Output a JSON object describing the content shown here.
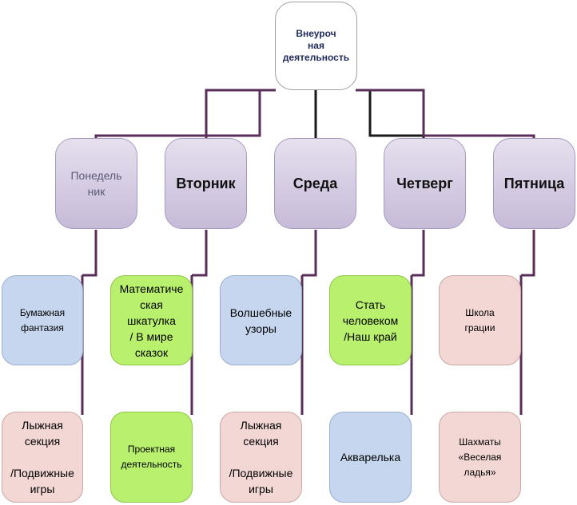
{
  "root": {
    "label": "Внеуроч\nная\nдеятельность"
  },
  "days": [
    {
      "label": "Понедель\nник",
      "activities": [
        "Бумажная\nфантазия",
        "Лыжная\nсекция\n\n/Подвижные\nигры"
      ]
    },
    {
      "label": "Вторник",
      "activities": [
        "Математиче\nская\nшкатулка\n/ В мире\nсказок",
        "Проектная\nдеятельность"
      ]
    },
    {
      "label": "Среда",
      "activities": [
        "Волшебные\nузоры",
        "Лыжная\nсекция\n\n/Подвижные\nигры"
      ]
    },
    {
      "label": "Четверг",
      "activities": [
        "Стать\nчеловеком\n/Наш край",
        "Акварелька"
      ]
    },
    {
      "label": "Пятница",
      "activities": [
        "Школа\nграции",
        "Шахматы\n«Веселая\nладья»"
      ]
    }
  ],
  "colors": {
    "connector": "#5a2d5a",
    "root_connector": "#1a1a1a",
    "day_fill": "#d4cbe2",
    "blue": "#c6d6ef",
    "green": "#b9f06e",
    "pink": "#f3d7d4"
  }
}
